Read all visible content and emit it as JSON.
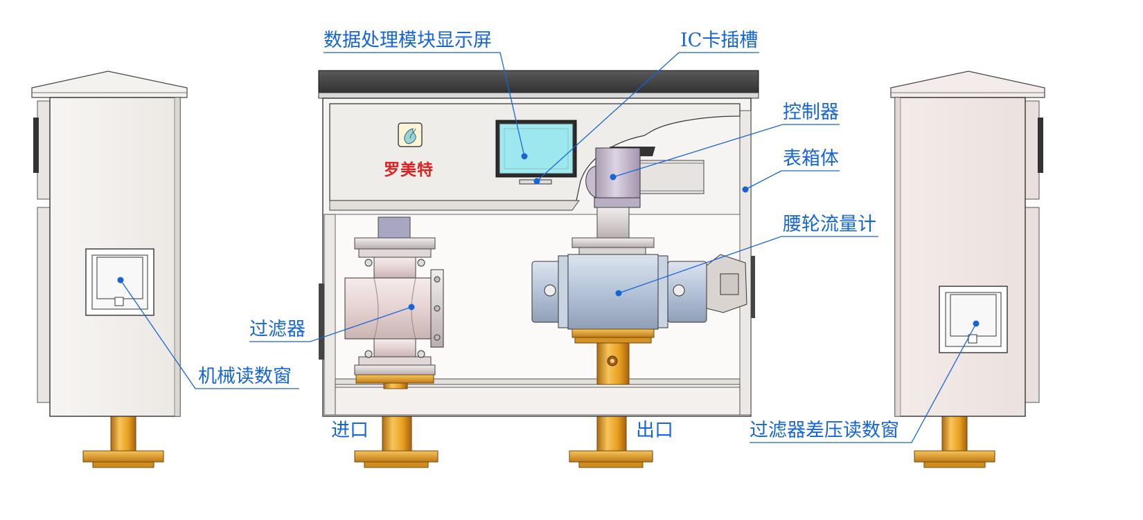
{
  "labels": {
    "display_screen": "数据处理模块显示屏",
    "ic_card_slot": "IC卡插槽",
    "controller": "控制器",
    "meter_box": "表箱体",
    "roots_flowmeter": "腰轮流量计",
    "filter": "过滤器",
    "mechanical_window": "机械读数窗",
    "filter_dp_window": "过滤器差压读数窗",
    "inlet": "进口",
    "outlet": "出口"
  },
  "brand": {
    "name": "罗美特"
  },
  "colors": {
    "callout": "#1565d8",
    "pipe": "#e8a020",
    "box_roof": "#3a3a3a",
    "cabinet": "#f2efec",
    "cabinet_right": "#f0e7e4",
    "screen": "#9de8ee",
    "flowmeter": "#b9c9de",
    "filter_body": "#e8d4d4",
    "controller": "#cfc4d6"
  }
}
